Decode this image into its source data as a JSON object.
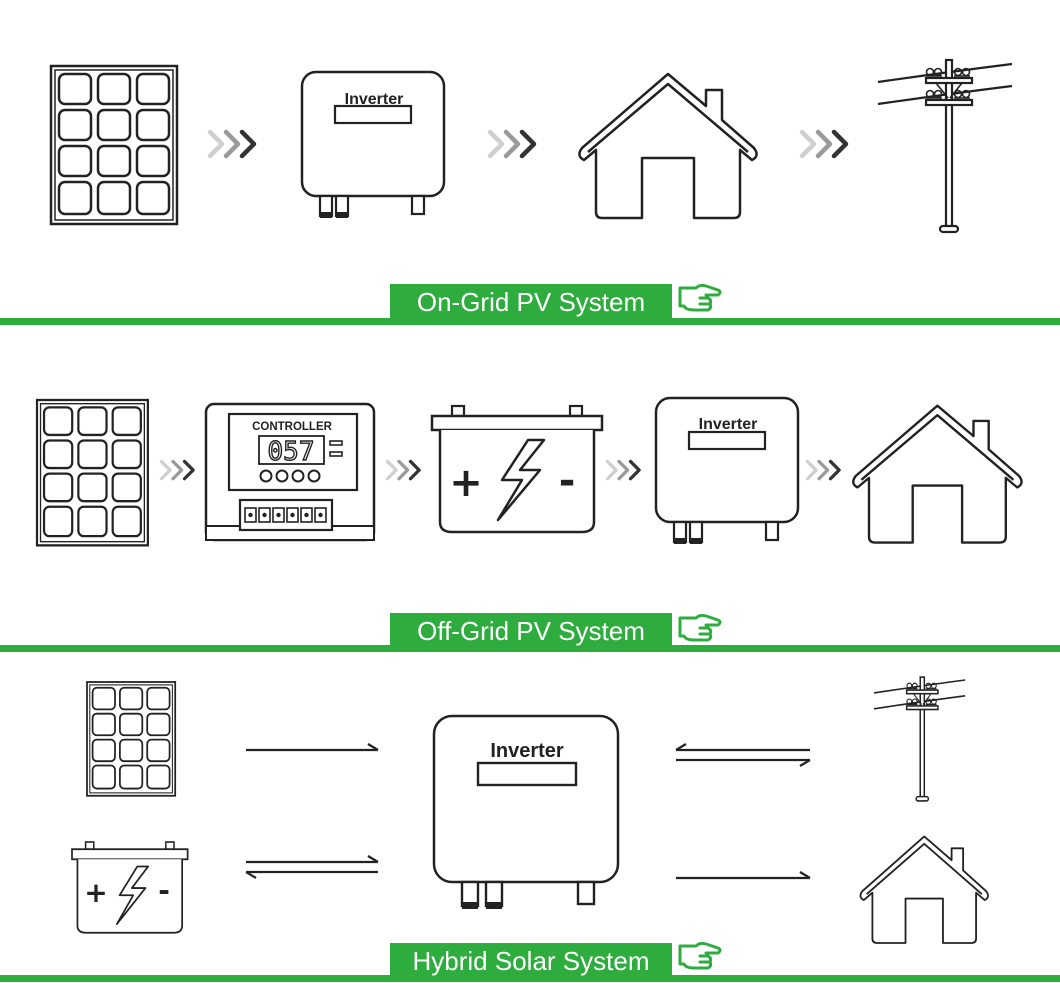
{
  "colors": {
    "accent": "#2fac3e",
    "stroke": "#222222",
    "arrow_light": "#c8c8c8",
    "arrow_mid": "#9a9a9a",
    "arrow_dark": "#3a3a3a"
  },
  "icons": [
    "solar-panel-icon",
    "inverter-icon",
    "house-icon",
    "utility-pole-icon",
    "charge-controller-icon",
    "battery-icon",
    "pointing-hand-icon",
    "chevron-arrows-icon"
  ],
  "sections": {
    "on_grid": {
      "title": "On-Grid PV System",
      "inverter_label": "Inverter"
    },
    "off_grid": {
      "title": "Off-Grid PV System",
      "controller_label": "CONTROLLER",
      "controller_display": "057",
      "inverter_label": "Inverter",
      "battery_plus": "+",
      "battery_minus": "-"
    },
    "hybrid": {
      "title": "Hybrid Solar System",
      "inverter_label": "Inverter",
      "battery_plus": "+",
      "battery_minus": "-"
    }
  }
}
